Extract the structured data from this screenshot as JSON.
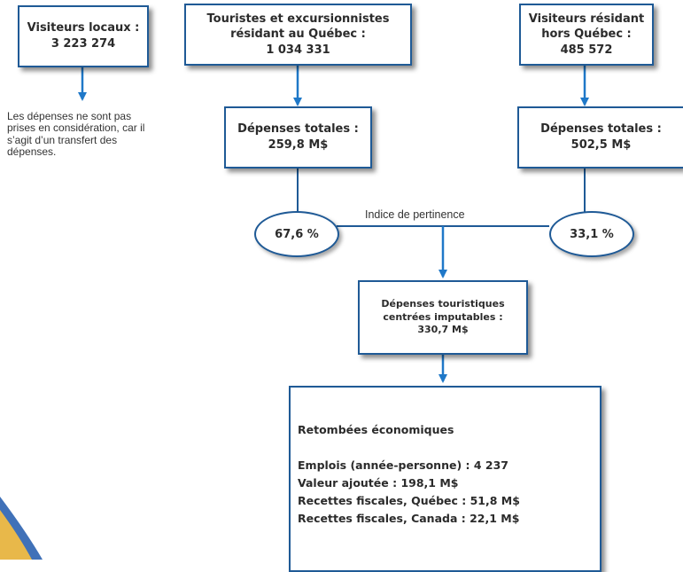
{
  "visiteurs_locaux": {
    "line1": "Visiteurs locaux :",
    "line2": "3 223 274"
  },
  "touristes_quebec": {
    "line1": "Touristes et excursionnistes",
    "line2": "résidant au Québec :",
    "line3": "1 034 331"
  },
  "visiteurs_hors_quebec": {
    "line1": "Visiteurs résidant",
    "line2": "hors Québec :",
    "line3": "485 572"
  },
  "note": "Les dépenses ne sont pas prises en considération, car il s’agit d’un transfert des dépenses.",
  "depenses_quebec": {
    "line1": "Dépenses totales :",
    "line2": "259,8 M$"
  },
  "depenses_hors_quebec": {
    "line1": "Dépenses totales :",
    "line2": "502,5 M$"
  },
  "indice": {
    "label": "Indice de pertinence",
    "left_value": "67,6 %",
    "right_value": "33,1 %"
  },
  "depenses_imputables": {
    "line1": "Dépenses touristiques",
    "line2": "centrées imputables :",
    "line3": "330,7 M$"
  },
  "retombees": {
    "title": "Retombées économiques",
    "emplois": "Emplois (année-personne) : 4 237",
    "valeur_ajoutee": "Valeur ajoutée : 198,1 M$",
    "recettes_quebec": "Recettes fiscales, Québec : 51,8 M$",
    "recettes_canada": "Recettes fiscales, Canada : 22,1 M$"
  },
  "colors": {
    "box_border": "#1f5a96",
    "arrow": "#1f78c8",
    "text": "#2b2b2b"
  }
}
